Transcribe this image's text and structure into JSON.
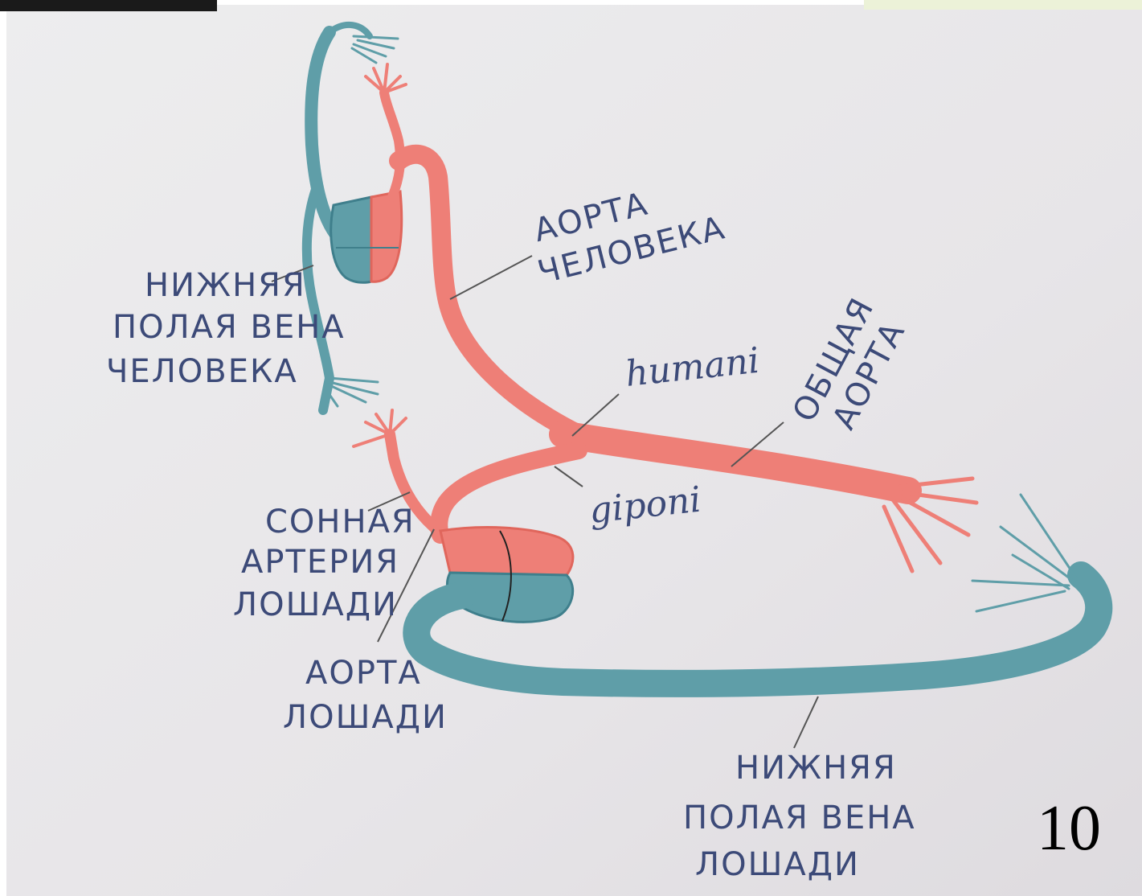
{
  "labels": {
    "human_ivc": [
      "НИЖНЯЯ",
      "ПОЛАЯ ВЕНА",
      "ЧЕЛОВЕКА"
    ],
    "human_aorta": [
      "АОРТА",
      "ЧЕЛОВЕКА"
    ],
    "humani": "humani",
    "common_aorta": [
      "ОБЩАЯ",
      "АОРТА"
    ],
    "giponi": "giponi",
    "horse_carotid": [
      "СОННАЯ",
      "АРТЕРИЯ",
      "ЛОШАДИ"
    ],
    "horse_aorta": [
      "АОРТА",
      "ЛОШАДИ"
    ],
    "horse_ivc": [
      "НИЖНЯЯ",
      "ПОЛАЯ ВЕНА",
      "ЛОШАДИ"
    ]
  },
  "page_number": "10",
  "colors": {
    "paper": "#e9e7e9",
    "artery": "#ee7f77",
    "artery_dark": "#e0665c",
    "vein": "#5f9ea8",
    "vein_dark": "#3f7f8c",
    "ink": "#3c4a78",
    "photo_frame": "#1a1a1a",
    "corner_tint": "#ecf2d8"
  }
}
